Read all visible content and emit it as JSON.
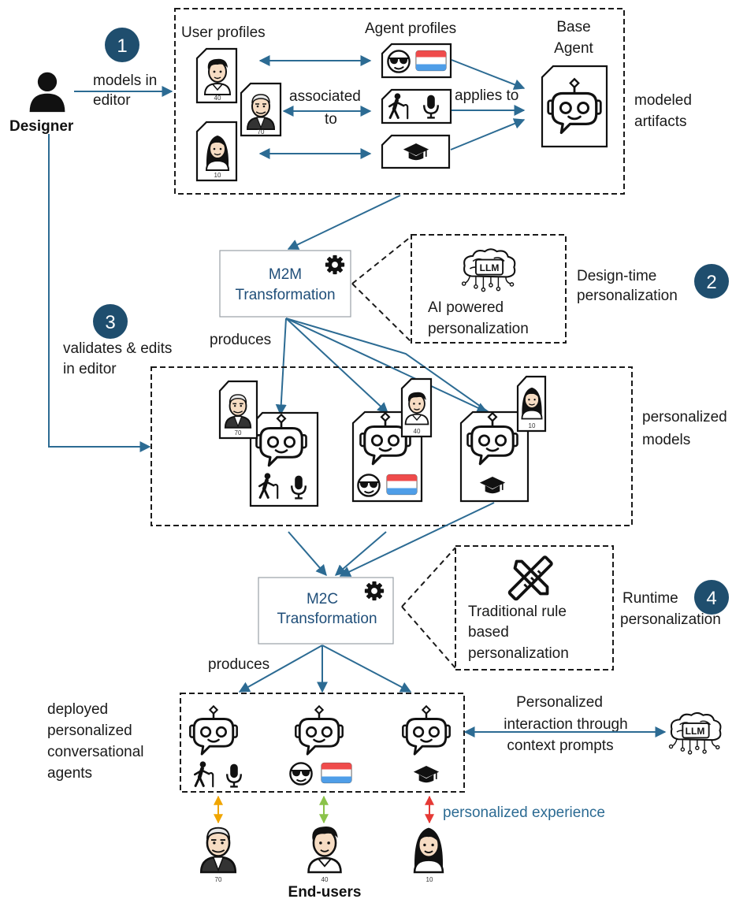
{
  "designer": {
    "label": "Designer"
  },
  "steps": [
    {
      "number": "1",
      "text_line1": "models in",
      "text_line2": "editor"
    },
    {
      "number": "2",
      "text_line1": "Design-time",
      "text_line2": "personalization"
    },
    {
      "number": "3",
      "text_line1": "validates & edits",
      "text_line2": "in editor"
    },
    {
      "number": "4",
      "text_line1": "Runtime",
      "text_line2": "personalization"
    }
  ],
  "modeled": {
    "user_profiles": "User profiles",
    "agent_profiles": "Agent profiles",
    "base_agent_line1": "Base",
    "base_agent_line2": "Agent",
    "associated_line1": "associated",
    "associated_line2": "to",
    "applies_to": "applies to",
    "artifacts_line1": "modeled",
    "artifacts_line2": "artifacts",
    "ages": [
      "40",
      "70",
      "10"
    ]
  },
  "m2m": {
    "title_line1": "M2M",
    "title_line2": "Transformation",
    "ai_line1": "AI powered",
    "ai_line2": "personalization",
    "llm": "LLM",
    "produces": "produces"
  },
  "personalized": {
    "line1": "personalized",
    "line2": "models",
    "ages": [
      "70",
      "40",
      "10"
    ]
  },
  "m2c": {
    "title_line1": "M2C",
    "title_line2": "Transformation",
    "rule_line1": "Traditional rule",
    "rule_line2": "based",
    "rule_line3": "personalization",
    "produces": "produces"
  },
  "deployed": {
    "line1": "deployed",
    "line2": "personalized",
    "line3": "conversational",
    "line4": "agents",
    "interaction_line1": "Personalized",
    "interaction_line2": "interaction through",
    "interaction_line3": "context prompts",
    "llm": "LLM",
    "experience": "personalized experience"
  },
  "end_users": {
    "label": "End-users",
    "ages": [
      "70",
      "40",
      "10"
    ]
  },
  "colors": {
    "accent": "#2c6b93",
    "badge": "#1f4e6e",
    "arrow_orange": "#f0a500",
    "arrow_green": "#8bc34a",
    "arrow_red": "#e53935",
    "flag_red": "#ef4b4b",
    "flag_blue": "#4f9ee8"
  },
  "icons": [
    "person-icon",
    "robot-icon",
    "glasses-face-icon",
    "language-flag-icon",
    "walking-elder-icon",
    "microphone-icon",
    "graduation-cap-icon",
    "gear-icon",
    "brain-llm-icon",
    "pencil-ruler-icon"
  ]
}
